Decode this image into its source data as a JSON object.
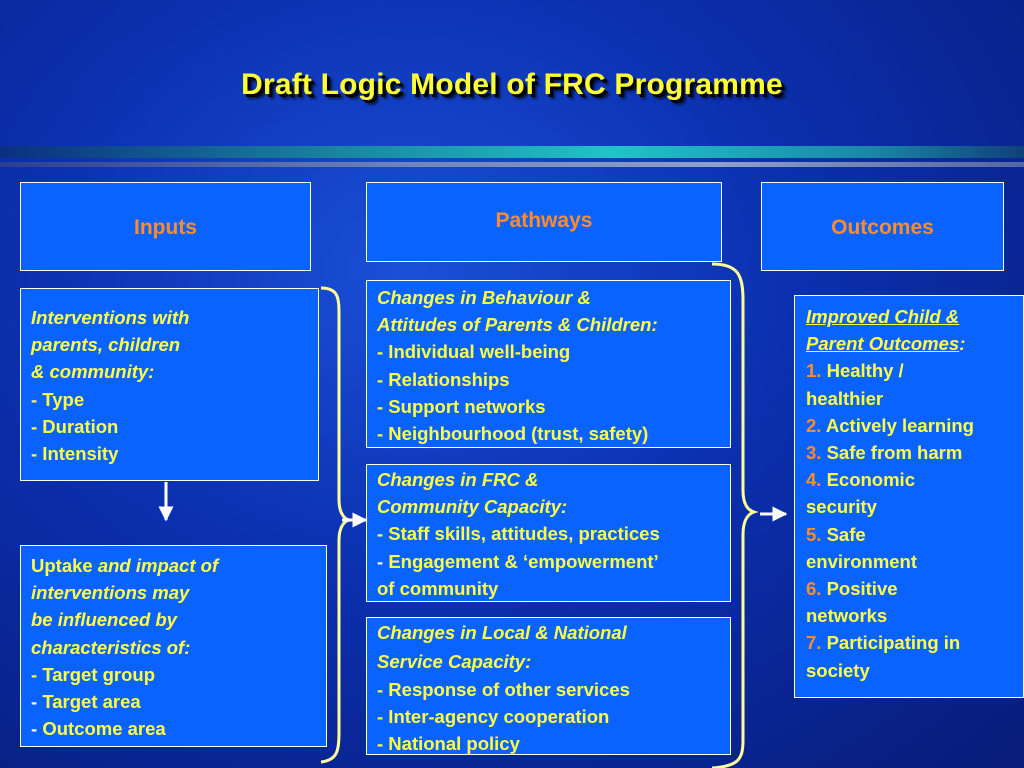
{
  "title": "Draft Logic Model of FRC Programme",
  "headers": {
    "inputs": "Inputs",
    "pathways": "Pathways",
    "outcomes": "Outcomes"
  },
  "interventions": {
    "heading": [
      "Interventions with",
      "parents, children",
      "& community:"
    ],
    "items": [
      "- Type",
      "- Duration",
      "- Intensity"
    ]
  },
  "uptake": {
    "lead": "Uptake",
    "heading_rest": " and impact of",
    "heading_lines": [
      "interventions may",
      "be influenced by",
      "characteristics of:"
    ],
    "items": [
      {
        "dash": "- ",
        "text": "Target group"
      },
      {
        "dash": "- ",
        "text": "Target area"
      },
      {
        "dash": "- ",
        "text": "Outcome area"
      }
    ]
  },
  "pathway_behaviour": {
    "heading": [
      "Changes in Behaviour &",
      "Attitudes of Parents & Children:"
    ],
    "items": [
      "- Individual well-being",
      "- Relationships",
      "- Support networks",
      "- Neighbourhood (trust, safety)"
    ]
  },
  "pathway_frc": {
    "heading": [
      "Changes in FRC &",
      "Community Capacity:"
    ],
    "item1": "- Staff skills, attitudes, practices",
    "item2_dash": "- ",
    "item2_text": "Engagement & ‘empowerment’",
    "item2_cont": "of community"
  },
  "pathway_service": {
    "heading": [
      "Changes in Local & National",
      "Service Capacity:"
    ],
    "items": [
      "- Response of other services",
      "- Inter-agency cooperation",
      "- National policy"
    ]
  },
  "outcomes_box": {
    "heading": [
      "Improved Child &",
      "Parent Outcomes"
    ],
    "heading_colon": ":",
    "items": [
      {
        "num": "1.",
        "lines": [
          "Healthy /",
          "healthier"
        ]
      },
      {
        "num": "2.",
        "lines": [
          "Actively learning"
        ]
      },
      {
        "num": "3.",
        "lines": [
          "Safe from harm"
        ]
      },
      {
        "num": "4.",
        "lines": [
          "Economic",
          "security"
        ]
      },
      {
        "num": "5.",
        "lines": [
          "Safe",
          "environment"
        ]
      },
      {
        "num": "6.",
        "lines": [
          "Positive",
          "networks"
        ]
      },
      {
        "num": "7.",
        "lines": [
          "Participating in",
          "society"
        ]
      }
    ]
  },
  "colors": {
    "background": "#0b2fae",
    "box_fill": "#0a62ff",
    "title": "#ffff33",
    "header": "#ff8c2a",
    "italic_text": "#ffff44",
    "connector": "#ffff99",
    "arrow": "#ffffff"
  }
}
